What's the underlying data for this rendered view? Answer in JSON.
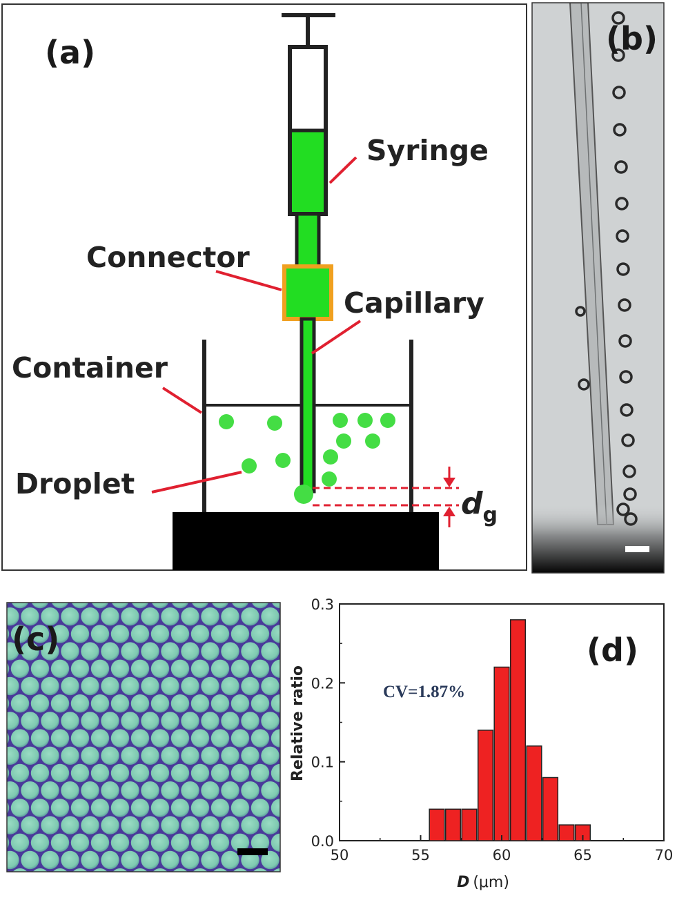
{
  "panels": {
    "a": {
      "label": "(a)",
      "syringe_label": "Syringe",
      "connector_label": "Connector",
      "capillary_label": "Capillary",
      "container_label": "Container",
      "droplet_label": "Droplet",
      "gap_symbol": "d",
      "gap_subscript": "g"
    },
    "b": {
      "label": "(b)"
    },
    "c": {
      "label": "(c)"
    },
    "d": {
      "label": "(d)"
    }
  },
  "colors": {
    "fluid": "#22dd22",
    "droplet": "#44dd44",
    "connector_border": "#f0a020",
    "leader": "#e02030",
    "bar": "#ee2222",
    "micro_bg": "#cfd2d3",
    "packing_bg": "#4a3a9a",
    "packing_drop": "#7ec9b0"
  },
  "chart_data": {
    "type": "bar",
    "xlabel": "D (μm)",
    "xlabel_symbol": "D",
    "xlabel_unit": "(μm)",
    "ylabel": "Relative ratio",
    "xlim": [
      50,
      70
    ],
    "ylim": [
      0,
      0.3
    ],
    "xticks": [
      "50",
      "55",
      "60",
      "65",
      "70"
    ],
    "yticks": [
      "0.0",
      "0.1",
      "0.2",
      "0.3"
    ],
    "annotation": "CV=1.87%",
    "x": [
      56,
      57,
      58,
      59,
      60,
      61,
      62,
      63,
      64,
      65
    ],
    "values": [
      0.04,
      0.04,
      0.04,
      0.14,
      0.22,
      0.28,
      0.12,
      0.08,
      0.02,
      0.02
    ]
  }
}
